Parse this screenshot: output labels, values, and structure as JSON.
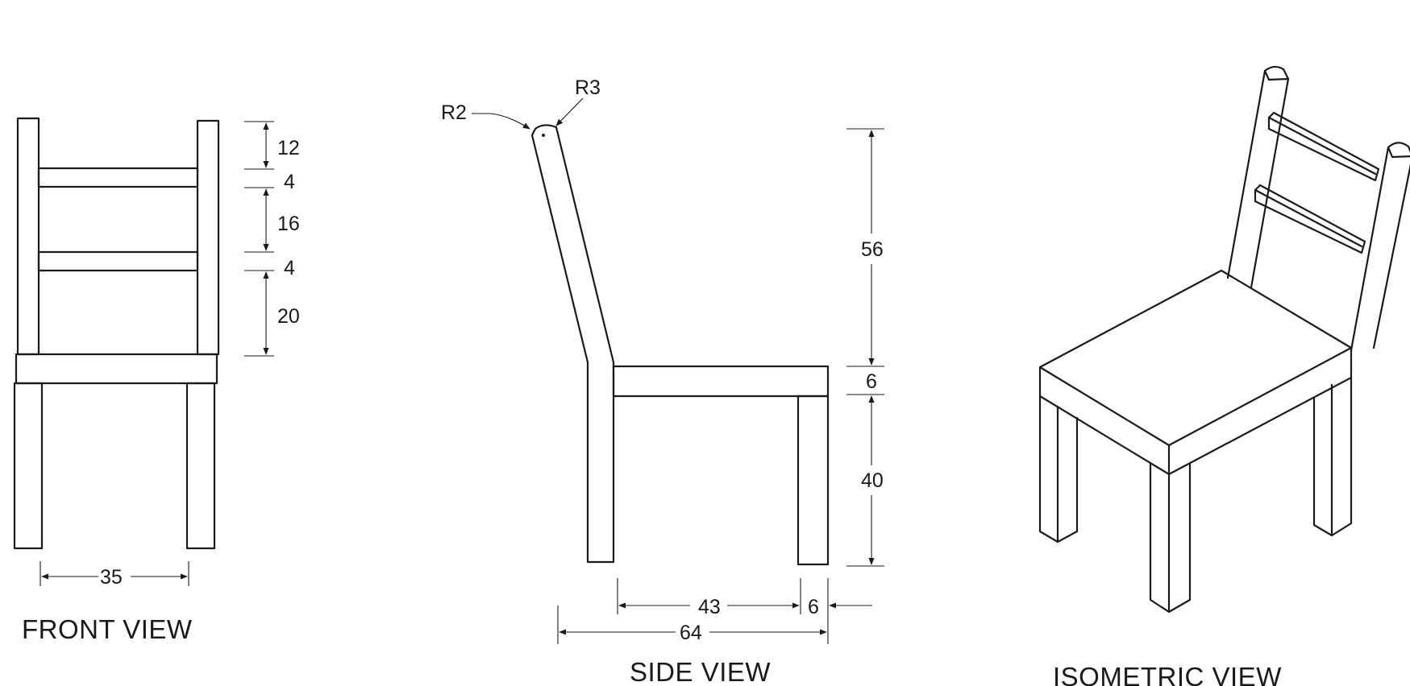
{
  "views": {
    "front": {
      "title": "FRONT VIEW"
    },
    "side": {
      "title": "SIDE VIEW"
    },
    "isometric": {
      "title": "ISOMETRIC VIEW"
    }
  },
  "dimensions": {
    "front_top_gap": "12",
    "front_rail_1": "4",
    "front_middle_gap": "16",
    "front_rail_2": "4",
    "front_lower_gap": "20",
    "front_leg_spacing": "35",
    "side_radius_back": "R2",
    "side_radius_front": "R3",
    "side_back_height": "56",
    "side_seat_thickness": "6",
    "side_leg_height": "40",
    "side_seat_depth": "43",
    "side_leg_width": "6",
    "side_overall_depth": "64"
  },
  "colors": {
    "line": "#1a1a1a",
    "background": "#ffffff"
  }
}
